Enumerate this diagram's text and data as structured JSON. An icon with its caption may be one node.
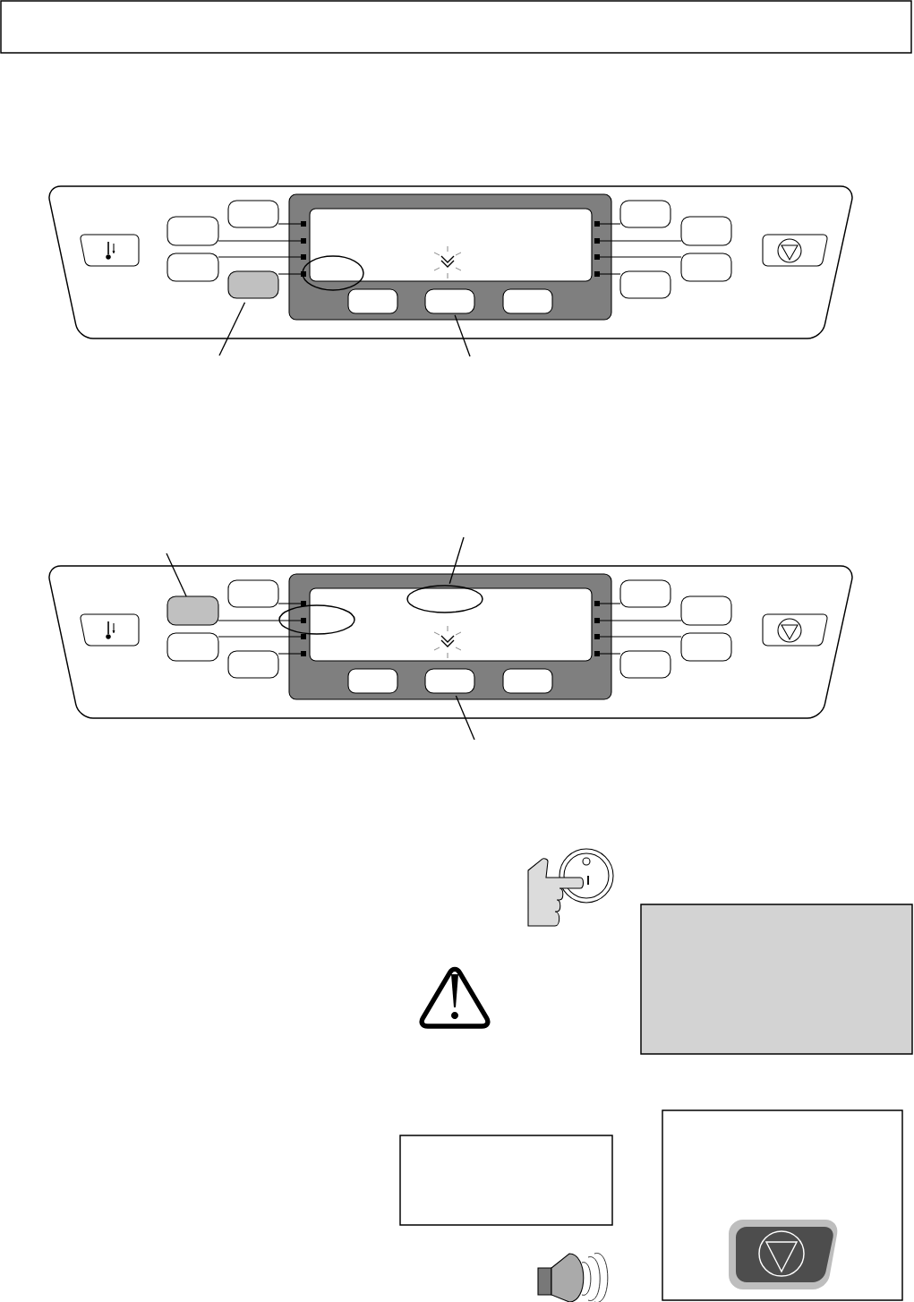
{
  "diagram": {
    "nodes": [
      {
        "text": [],
        "shape": "box"
      },
      {
        "text": [],
        "shape": "box"
      },
      {
        "text": [],
        "shape": "box"
      },
      {
        "text": [],
        "shape": "box"
      },
      {
        "text": [],
        "shape": "ellipse"
      },
      {
        "text": [],
        "shape": "box"
      },
      {
        "text": [],
        "shape": "box"
      },
      {
        "text": [],
        "shape": "box"
      },
      {
        "text": [],
        "shape": "box"
      }
    ],
    "edges": [
      {
        "from": null,
        "to": 1,
        "arrow": "none"
      },
      {
        "from": null,
        "to": 2,
        "arrow": "none"
      },
      {
        "from": null,
        "to": 3,
        "arrow": "none"
      },
      {
        "from": null,
        "to": 4,
        "arrow": "none"
      },
      {
        "from": null,
        "to": 5,
        "arrow": "none"
      }
    ]
  }
}
